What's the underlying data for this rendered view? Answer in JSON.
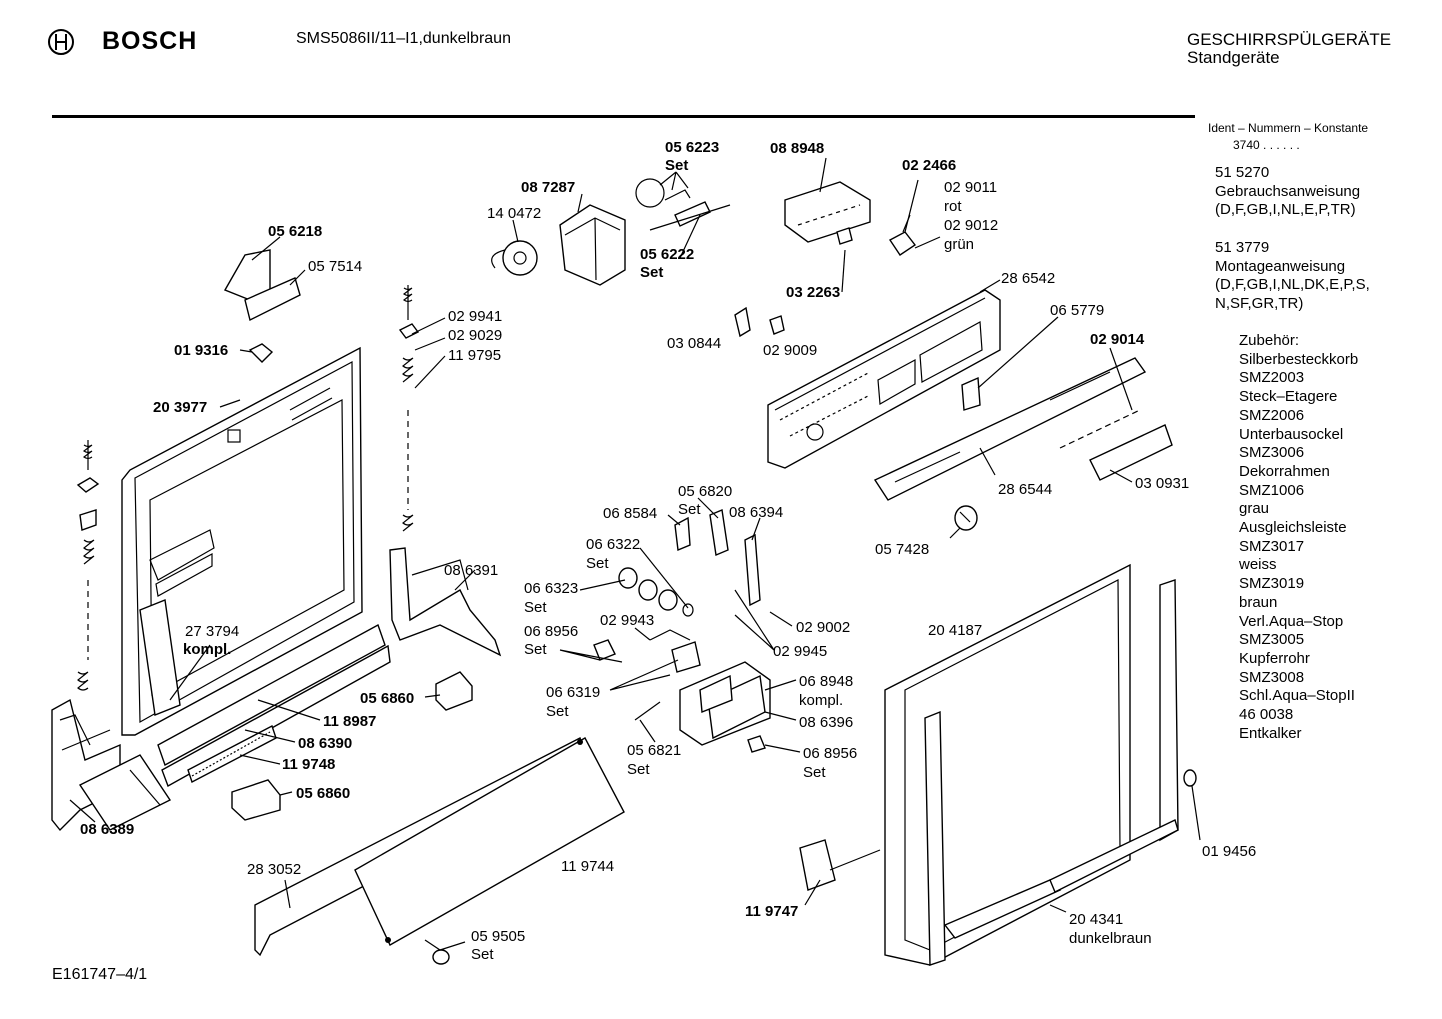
{
  "header": {
    "brand": "BOSCH",
    "model": "SMS5086II/11–I1,dunkelbraun",
    "category_line1": "GESCHIRRSPÜLGERÄTE",
    "category_line2": "Standgeräte"
  },
  "sidebar": {
    "ident_title": "Ident – Nummern – Konstante",
    "ident_value": "3740 . . . . . .",
    "docs": [
      {
        "number": "51 5270",
        "title": "Gebrauchsanweisung",
        "langs": "(D,F,GB,I,NL,E,P,TR)"
      },
      {
        "number": "51 3779",
        "title": "Montageanweisung",
        "langs": "(D,F,GB,I,NL,DK,E,P,S,",
        "langs2": "N,SF,GR,TR)"
      }
    ],
    "accessories_title": "Zubehör:",
    "accessories": [
      "Silberbesteckkorb",
      "SMZ2003",
      "Steck–Etagere",
      "SMZ2006",
      "Unterbausockel",
      "SMZ3006",
      "Dekorrahmen",
      "SMZ1006",
      "grau",
      "Ausgleichsleiste",
      "SMZ3017",
      "weiss",
      "SMZ3019",
      "braun",
      "Verl.Aqua–Stop",
      "SMZ3005",
      "Kupferrohr",
      "SMZ3008",
      "Schl.Aqua–StopII",
      "46 0038",
      "Entkalker"
    ]
  },
  "footer": "E161747–4/1",
  "labels": {
    "l056223": "05 6223",
    "l056223s": "Set",
    "l088948": "08 8948",
    "l087287": "08 7287",
    "l022466": "02 2466",
    "l140472": "14 0472",
    "l029011": "02 9011",
    "l029011r": "rot",
    "l029012": "02 9012",
    "l029012g": "grün",
    "l056218": "05 6218",
    "l056222": "05 6222",
    "l056222s": "Set",
    "l057514": "05 7514",
    "l032263": "03 2263",
    "l286542": "28 6542",
    "l029941": "02 9941",
    "l029029": "02 9029",
    "l119795": "11 9795",
    "l065779": "06 5779",
    "l019316": "01 9316",
    "l030844": "03 0844",
    "l029009": "02 9009",
    "l029014": "02 9014",
    "l203977": "20 3977",
    "l286544": "28 6544",
    "l030931": "03 0931",
    "l056820": "05 6820",
    "l056820s": "Set",
    "l068584": "06 8584",
    "l086394": "08 6394",
    "l066322": "06 6322",
    "l066322s": "Set",
    "l057428": "05 7428",
    "l086391": "08 6391",
    "l066323": "06 6323",
    "l066323s": "Set",
    "l029943": "02 9943",
    "l029002": "02 9002",
    "l273794": "27 3794",
    "l273794k": "kompl.",
    "l204187": "20 4187",
    "l068956a": "06 8956",
    "l068956as": "Set",
    "l029945": "02 9945",
    "l068948": "06 8948",
    "l068948k": "kompl.",
    "l056860a": "05 6860",
    "l066319": "06 6319",
    "l066319s": "Set",
    "l086396": "08 6396",
    "l118987": "11 8987",
    "l086390": "08 6390",
    "l056821": "05 6821",
    "l056821s": "Set",
    "l068956b": "06 8956",
    "l068956bs": "Set",
    "l119748": "11 9748",
    "l056860b": "05 6860",
    "l086389": "08 6389",
    "l019456": "01 9456",
    "l283052": "28 3052",
    "l119744": "11 9744",
    "l119747": "11 9747",
    "l204341": "20 4341",
    "l204341d": "dunkelbraun",
    "l059505": "05 9505",
    "l059505s": "Set"
  }
}
